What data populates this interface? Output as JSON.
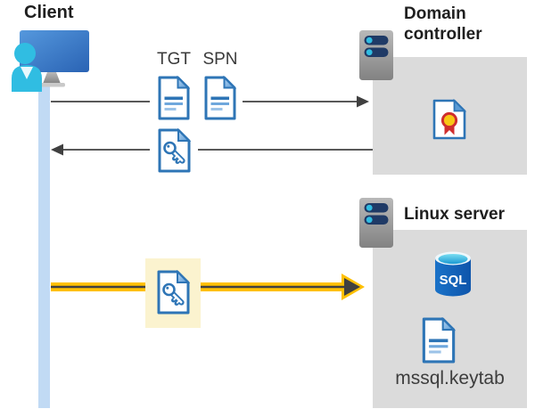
{
  "client": {
    "label": "Client"
  },
  "domain_controller": {
    "label": "Domain controller"
  },
  "linux_server": {
    "label": "Linux server"
  },
  "messages": {
    "tgt": "TGT",
    "spn": "SPN"
  },
  "sql_database": {
    "label": "SQL"
  },
  "keytab_file": {
    "label": "mssql.keytab"
  },
  "icons": {
    "client": "client-workstation-icon (monitor + person)",
    "domain_controller": "server-icon",
    "linux_server": "server-icon",
    "tgt": "document-icon",
    "spn": "document-icon",
    "ticket_response": "key-document-icon",
    "service_ticket": "key-document-icon (yellow highlighted)",
    "certificate": "certificate-document-icon",
    "sql": "sql-database-cylinder-icon",
    "keytab": "document-icon"
  },
  "colors": {
    "doc_blue": "#2e75b6",
    "fold_blue": "#5b9bd5",
    "cyan": "#30bde2",
    "navy_pill": "#1f3a66",
    "monitor_blue_start": "#5598dd",
    "monitor_blue_end": "#2a63b4",
    "sql_body_blue": "#1263b8",
    "arrow_gray": "#595959",
    "arrowhead_dark": "#404040",
    "highlight_yellow": "#ffc000",
    "highlight_box_bg": "#fbf3cf",
    "lifeline_blue": "#c1daf4",
    "box_gray": "#dbdbdb",
    "seal_gold": "#f8c715",
    "seal_red": "#cf2e2e",
    "text_dark": "#1f1f1f"
  }
}
